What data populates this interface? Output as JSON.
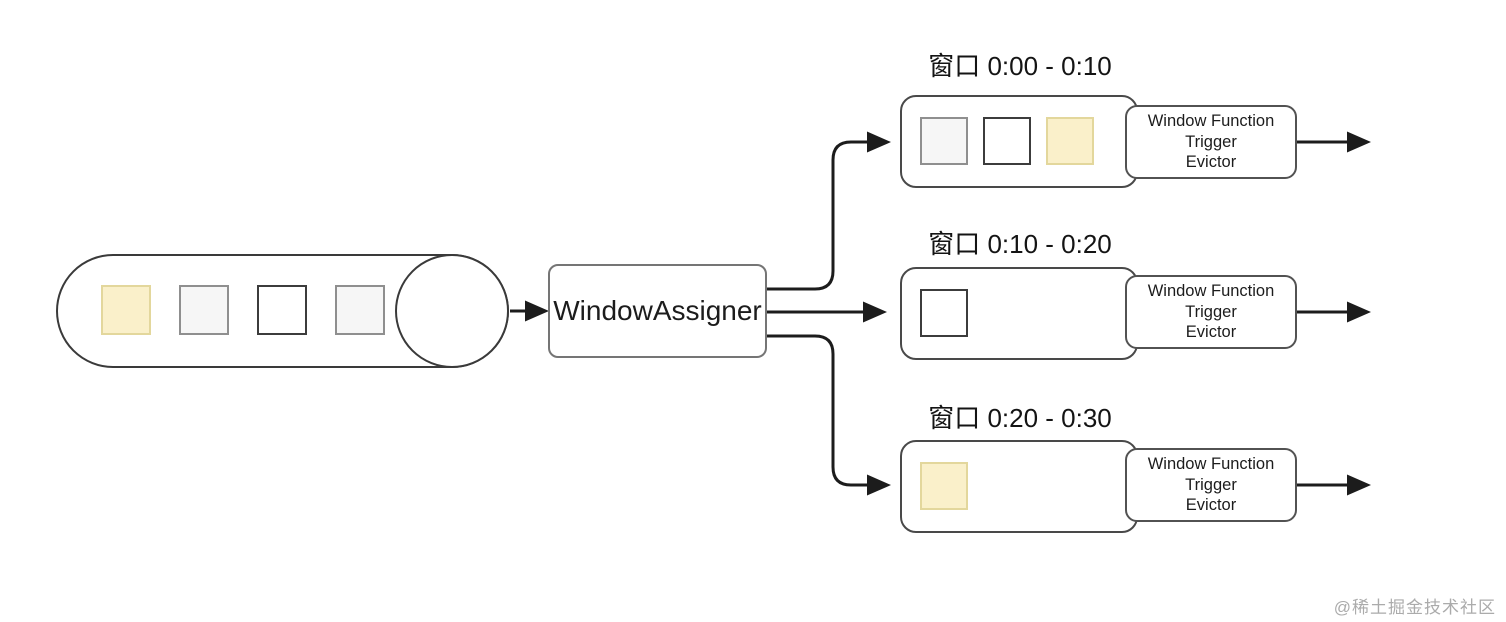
{
  "colors": {
    "line_color": "#1c1c1c",
    "yellow_fill": "#faf0ca",
    "yellow_border": "#e3d79c",
    "gray_fill": "#f6f6f6",
    "gray_border": "#8f8f8f",
    "white_fill": "#ffffff",
    "white_border": "#3c3c3c"
  },
  "stream": {
    "squares": [
      "yellow",
      "gray",
      "white",
      "gray"
    ]
  },
  "assigner": {
    "label": "WindowAssigner"
  },
  "windows": [
    {
      "title": "窗口 0:00 - 0:10",
      "squares": [
        "gray",
        "white",
        "yellow"
      ],
      "function_box": {
        "lines": [
          "Window Function",
          "Trigger",
          "Evictor"
        ]
      }
    },
    {
      "title": "窗口 0:10 - 0:20",
      "squares": [
        "white"
      ],
      "function_box": {
        "lines": [
          "Window Function",
          "Trigger",
          "Evictor"
        ]
      }
    },
    {
      "title": "窗口 0:20 - 0:30",
      "squares": [
        "yellow"
      ],
      "function_box": {
        "lines": [
          "Window Function",
          "Trigger",
          "Evictor"
        ]
      }
    }
  ],
  "watermark": "@稀土掘金技术社区"
}
